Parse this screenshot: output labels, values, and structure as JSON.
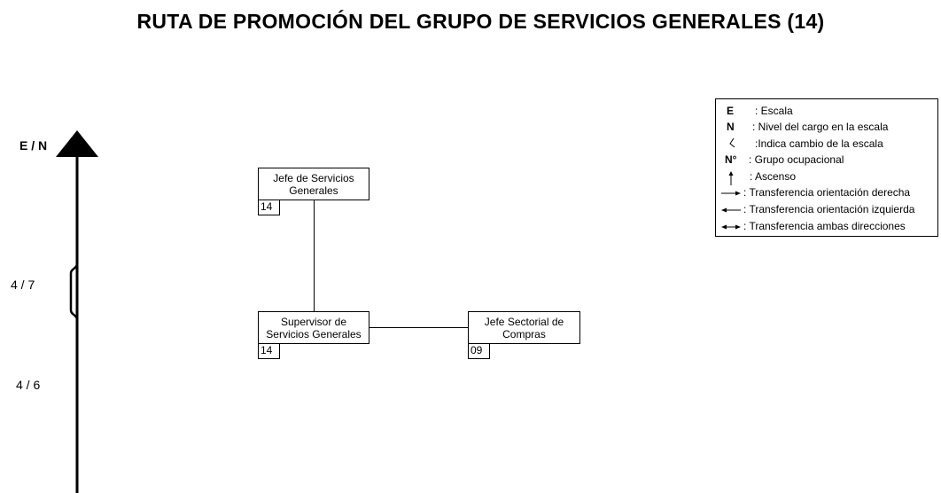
{
  "title": "RUTA DE PROMOCIÓN DEL GRUPO DE SERVICIOS GENERALES (14)",
  "axis": {
    "label": "E / N",
    "ranges": [
      {
        "label": "4 / 7"
      },
      {
        "label": "4 / 6"
      }
    ]
  },
  "positions": [
    {
      "title": "Jefe de Servicios\nGenerales",
      "code": "14"
    },
    {
      "title": "Supervisor de\nServicios Generales",
      "code": "14"
    },
    {
      "title": "Jefe Sectorial de\nCompras",
      "code": "09"
    }
  ],
  "legend": {
    "items": [
      {
        "symbol": "E",
        "text": ": Escala",
        "icon": ""
      },
      {
        "symbol": "N",
        "text": ": Nivel del cargo en la escala",
        "icon": ""
      },
      {
        "symbol": "",
        "text": ":Indica cambio de la escala",
        "icon": "scale-change-icon"
      },
      {
        "symbol": "N°",
        "text": ": Grupo ocupacional",
        "icon": ""
      },
      {
        "symbol": "",
        "text": ": Ascenso",
        "icon": "arrow-up-icon"
      },
      {
        "symbol": "",
        "text": ": Transferencia orientación derecha",
        "icon": "arrow-right-icon"
      },
      {
        "symbol": "",
        "text": ": Transferencia orientación izquierda",
        "icon": "arrow-left-icon"
      },
      {
        "symbol": "",
        "text": ": Transferencia ambas direcciones",
        "icon": "arrow-both-icon"
      }
    ]
  }
}
